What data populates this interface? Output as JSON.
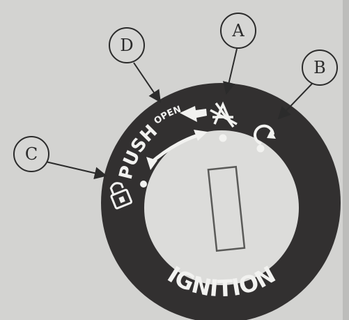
{
  "figure": {
    "ring_label": "IGNITION",
    "push_label": "PUSH",
    "open_label": "OPEN",
    "callouts": [
      {
        "id": "callout-a",
        "letter": "A"
      },
      {
        "id": "callout-b",
        "letter": "B"
      },
      {
        "id": "callout-c",
        "letter": "C"
      },
      {
        "id": "callout-d",
        "letter": "D"
      }
    ],
    "icons": [
      "lock-icon",
      "ignition-off-icon",
      "ignition-on-icon",
      "rotate-arrow-icon"
    ]
  },
  "colors": {
    "paper": "#d3d3d1",
    "ring": "#323030",
    "ring_text": "#f2f2f0",
    "face": "#dcdcda",
    "line": "#2b2b2b"
  }
}
